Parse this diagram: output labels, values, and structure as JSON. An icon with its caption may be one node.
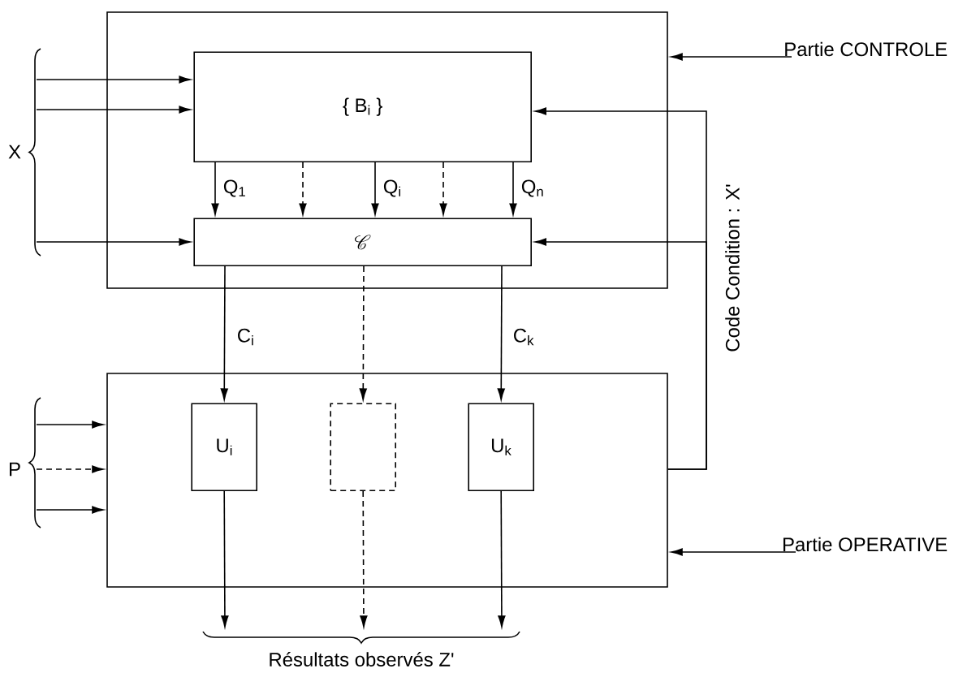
{
  "diagram": {
    "nodes": [
      {
        "text": [],
        "shape": "box"
      },
      {
        "text": [
          "{ B$_{i}$ }"
        ],
        "in": 0
      },
      {
        "text": [
          "\\mathscr{C}"
        ],
        "in": 0
      },
      {
        "text": [],
        "shape": "box"
      },
      {
        "text": [
          "U$_{i}$"
        ],
        "in": 3
      },
      {
        "text": [],
        "shape": "box",
        "in": 3
      },
      {
        "text": [
          "U$_{k}$"
        ],
        "in": 3
      },
      {
        "text": [
          "Partie CONTROLE"
        ]
      },
      {
        "text": [
          "Partie OPERATIVE"
        ]
      },
      {
        "text": [
          "Résultats observés Z'"
        ]
      }
    ],
    "edges": [
      {
        "from": null,
        "to": 1,
        "arrow": "to"
      },
      {
        "from": null,
        "to": 1,
        "arrow": "to"
      },
      {
        "from": null,
        "to": 2,
        "arrow": "to"
      },
      {
        "from": 1,
        "to": 2,
        "arrow": "to",
        "label": "Q$_{1}$"
      },
      {
        "from": 1,
        "to": 2,
        "arrow": "to",
        "style": "dashed"
      },
      {
        "from": 1,
        "to": 2,
        "arrow": "to",
        "label": "Q$_{i}$"
      },
      {
        "from": 1,
        "to": 2,
        "arrow": "to",
        "style": "dashed"
      },
      {
        "from": 1,
        "to": 2,
        "arrow": "to",
        "label": "Q$_{n}$"
      },
      {
        "from": 2,
        "to": 4,
        "arrow": "to",
        "label": "C$_{i}$"
      },
      {
        "from": 2,
        "to": 5,
        "arrow": "to",
        "style": "dashed"
      },
      {
        "from": 2,
        "to": 6,
        "arrow": "to",
        "label": "C$_{k}$"
      },
      {
        "from": 3,
        "to": 1,
        "arrow": "to",
        "label": "Code Condition : X'"
      },
      {
        "from": 3,
        "to": 2,
        "arrow": "to"
      },
      {
        "from": null,
        "to": 3,
        "arrow": "to"
      },
      {
        "from": null,
        "to": 3,
        "arrow": "to",
        "style": "dashed"
      },
      {
        "from": null,
        "to": 3,
        "arrow": "to"
      },
      {
        "from": 4,
        "to": 9,
        "arrow": "to"
      },
      {
        "from": 5,
        "to": 9,
        "arrow": "to",
        "style": "dashed"
      },
      {
        "from": 6,
        "to": 9,
        "arrow": "to"
      },
      {
        "from": 7,
        "to": 0,
        "arrow": "to"
      },
      {
        "from": 8,
        "to": 3,
        "arrow": "to"
      }
    ],
    "labels": [
      "X",
      "P"
    ]
  }
}
